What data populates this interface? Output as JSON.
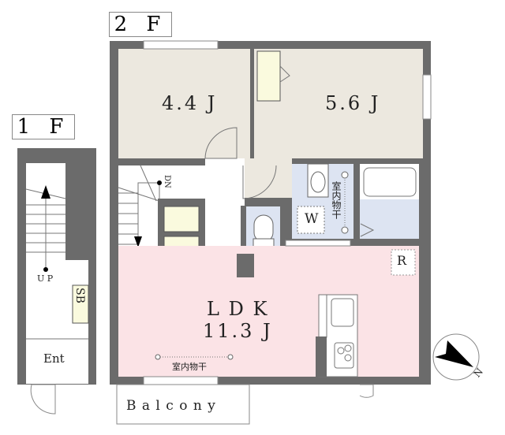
{
  "floors": [
    {
      "label": "2 F"
    },
    {
      "label": "1 F"
    }
  ],
  "rooms": {
    "western1": "4.4 J",
    "western2": "5.6 J",
    "ldk_name": "L D K",
    "ldk_size": "11.3 J",
    "washer": "W",
    "fridge": "R",
    "shoe_box": "SB",
    "entrance": "Ent",
    "balcony": "B a l c o n y",
    "indoor_drying_1": "室内物干",
    "indoor_drying_2": "室内物干",
    "stairs_down": "DN",
    "stairs_up": "U P"
  },
  "compass": {
    "label": "N"
  },
  "colors": {
    "wall": "#6b6b6b",
    "western": "#ece8df",
    "ldk": "#fbe3e6",
    "wet": "#dde4f2",
    "closet": "#fafade"
  }
}
